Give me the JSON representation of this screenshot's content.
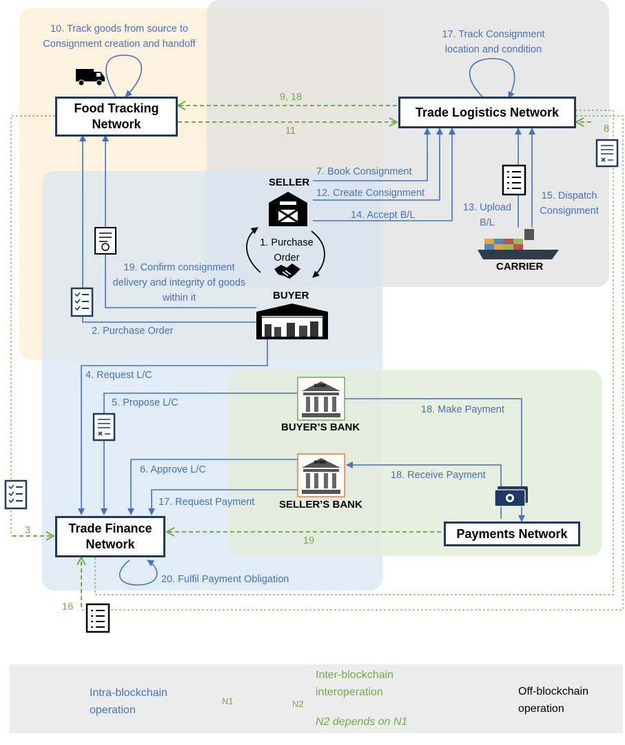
{
  "networks": {
    "food_tracking": "Food Tracking Network",
    "trade_logistics": "Trade Logistics Network",
    "trade_finance": "Trade Finance Network",
    "payments": "Payments Network"
  },
  "actors": {
    "seller": "SELLER",
    "buyer": "BUYER",
    "carrier": "CARRIER",
    "buyers_bank": "BUYER’S BANK",
    "sellers_bank": "SELLER’S BANK",
    "bank_sign": "BANK"
  },
  "steps": {
    "s10": "10. Track goods from source to Consignment creation and handoff",
    "s17a": "17. Track Consignment location and condition",
    "s7": "7. Book Consignment",
    "s12": "12. Create Consignment",
    "s14": "14. Accept B/L",
    "s13": "13. Upload B/L",
    "s15": "15. Dispatch Consignment",
    "s1": "1. Purchase Order",
    "s19": "19. Confirm consignment delivery and integrity of goods within it",
    "s2": "2. Purchase Order",
    "s4": "4. Request L/C",
    "s5": "5. Propose L/C",
    "s18a": "18. Make Payment",
    "s6": "6. Approve L/C",
    "s18b": "18. Receive Payment",
    "s17b": "17. Request Payment",
    "s20": "20. Fulfil Payment Obligation"
  },
  "inter": {
    "i9_18": "9, 18",
    "i11": "11",
    "i8": "8",
    "i3": "3",
    "i19": "19",
    "i16": "16"
  },
  "legend": {
    "intra": "Intra-blockchain operation",
    "inter": "Inter-blockchain interoperation",
    "n1": "N1",
    "n2": "N2",
    "n2_sub": "N2 depends on N1",
    "off": "Off-blockchain operation"
  },
  "colors": {
    "intra": "#4472c4",
    "inter": "#70ad47",
    "box_border": "#1f3864",
    "food_region": "#fdf3dc",
    "logistics_region": "#e4e4e4",
    "finance_region": "#dde8f4",
    "payments_region": "#e6eedd"
  }
}
